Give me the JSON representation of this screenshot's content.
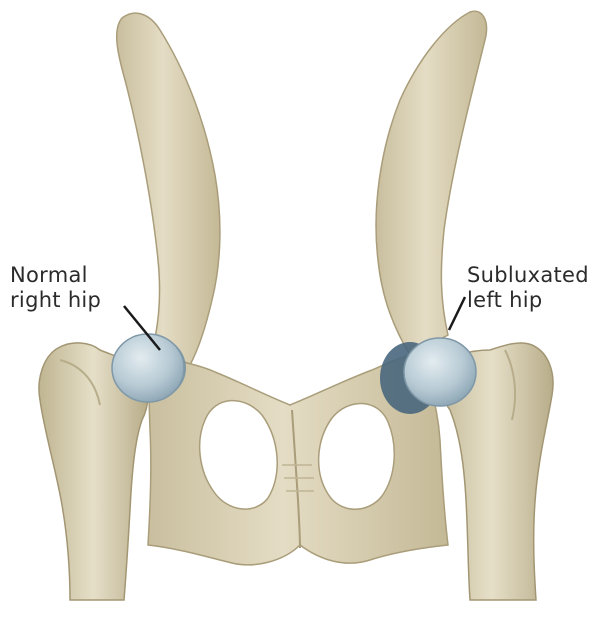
{
  "annotations": {
    "normal_right_hip": {
      "line1": "Normal",
      "line2": "right hip"
    },
    "subluxated_left_hip": {
      "line1": "Subluxated",
      "line2": "left hip"
    }
  },
  "colors": {
    "background": "#ffffff",
    "bone": "#ddd5bb",
    "bone_shadow": "#b9ae8e",
    "bone_highlight": "#eee8d4",
    "cartilage": "#b9ccd6",
    "cartilage_shadow": "#5f7f95",
    "text": "#2b2b2b",
    "leader_line": "#1a1a1a"
  }
}
